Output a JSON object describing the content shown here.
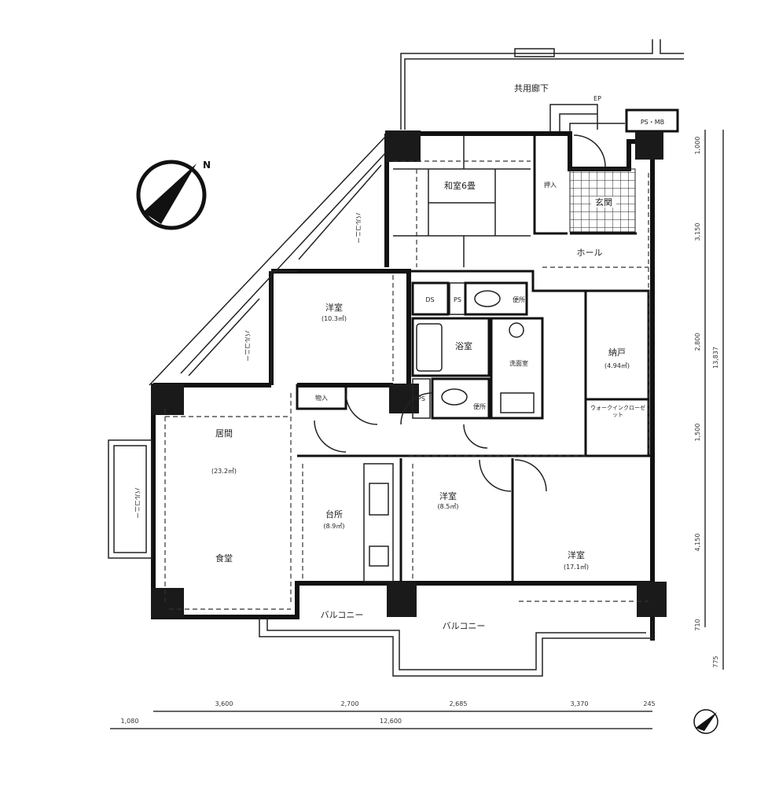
{
  "rooms": {
    "common_corridor": "共用廊下",
    "japanese_room": "和室6畳",
    "oshiire": "押入",
    "entrance": "玄関",
    "hall": "ホール",
    "balcony_ne": "バルコニー",
    "western_room_1": "洋室",
    "western_room_1_area": "(10.3㎡)",
    "balcony_w": "バルコニー",
    "ds": "DS",
    "ps1": "PS",
    "toilet1": "便所",
    "bath": "浴室",
    "washroom": "洗面室",
    "ps2": "PS",
    "toilet2": "便所",
    "storage_room": "納戸",
    "storage_room_area": "(4.94㎡)",
    "walk_in_closet": "ウォークインクローゼット",
    "closet": "物入",
    "living": "居間",
    "living_area": "(23.2㎡)",
    "dining": "食堂",
    "balcony_left": "バルコニー",
    "kitchen": "台所",
    "kitchen_area": "(8.9㎡)",
    "western_room_2": "洋室",
    "western_room_2_area": "(8.5㎡)",
    "western_room_3": "洋室",
    "western_room_3_area": "(17.1㎡)",
    "balcony_s1": "バルコニー",
    "balcony_s2": "バルコニー",
    "ps_meter": "PS・MB",
    "ep": "EP"
  },
  "dimensions": {
    "bottom_row1": [
      "3,600",
      "2,700",
      "2,685",
      "3,370",
      "245"
    ],
    "bottom_row2": [
      "1,080",
      "12,600"
    ],
    "right_col1": [
      "1,000",
      "3,150",
      "2,800",
      "1,500",
      "4,150",
      "710"
    ],
    "right_col2": [
      "13,837",
      "775"
    ]
  },
  "compass": {
    "north_label": "N"
  }
}
